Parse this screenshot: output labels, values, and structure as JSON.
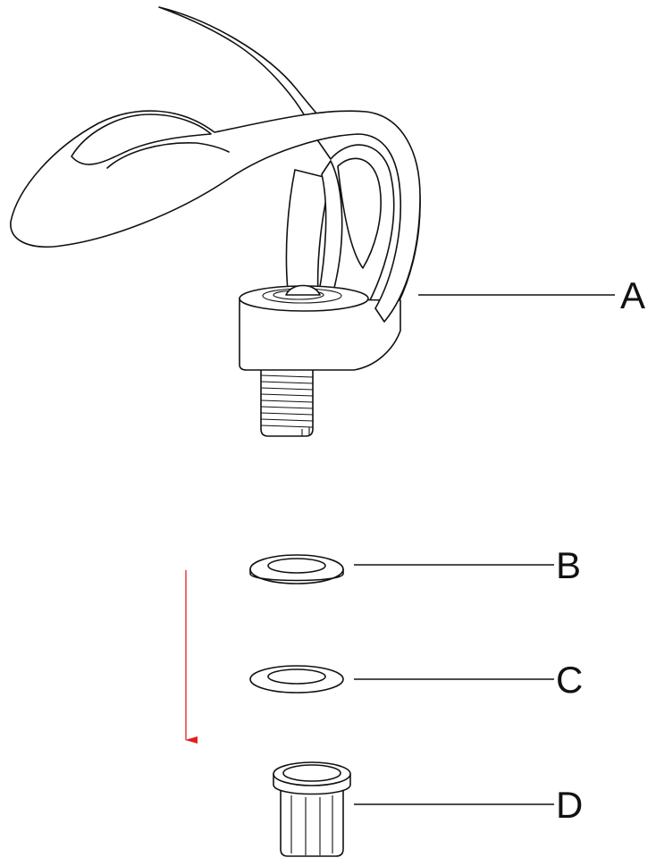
{
  "labels": {
    "a": "A",
    "b": "B",
    "c": "C",
    "d": "D"
  },
  "colors": {
    "line": "#111111",
    "arrow": "#e0201c",
    "background": "#ffffff"
  },
  "arrow_direction": "down"
}
